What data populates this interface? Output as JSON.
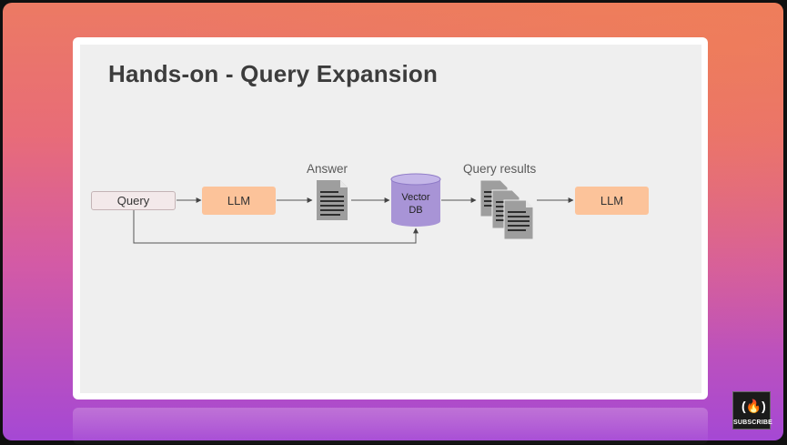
{
  "slide": {
    "title": "Hands-on - Query Expansion"
  },
  "diagram": {
    "query_label": "Query",
    "llm_first_label": "LLM",
    "answer_label": "Answer",
    "vector_db_label_line1": "Vector",
    "vector_db_label_line2": "DB",
    "query_results_label": "Query results",
    "llm_second_label": "LLM"
  },
  "watermark": {
    "brand_mark": "(🔥)",
    "text": "SUBSCRIBE"
  },
  "colors": {
    "llm_fill": "#fcc39a",
    "vector_db_fill": "#a894d6",
    "document_fill": "#9e9e9e"
  }
}
